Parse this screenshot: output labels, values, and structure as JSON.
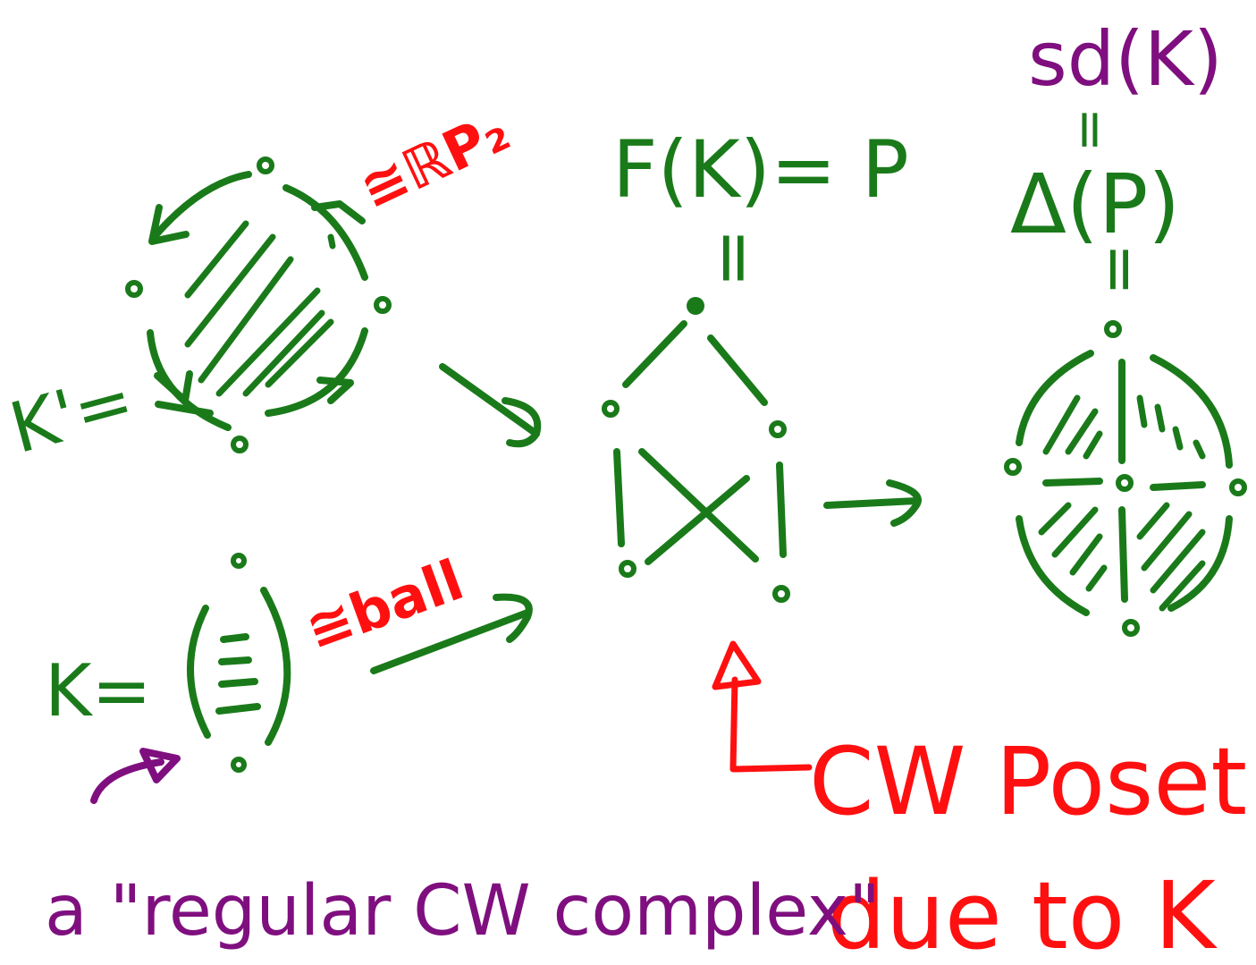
{
  "colors": {
    "green": "#1a7a1a",
    "red": "#ff1010",
    "purple": "#7f0f7f",
    "background": "#ffffff"
  },
  "labels": {
    "k_prime": "K'=",
    "rp2": "≅ℝP₂",
    "k": "K=",
    "ball": "≅ball",
    "face_poset": "F(K)= P",
    "equals_mid": "=",
    "sd_k": "sd(K)",
    "delta_p": "Δ(P)",
    "equals_top": "=",
    "equals_right": "=",
    "cw_poset": "CW Poset",
    "due_to_k": "due to K",
    "regular_cw": "a \"regular CW complex\""
  }
}
